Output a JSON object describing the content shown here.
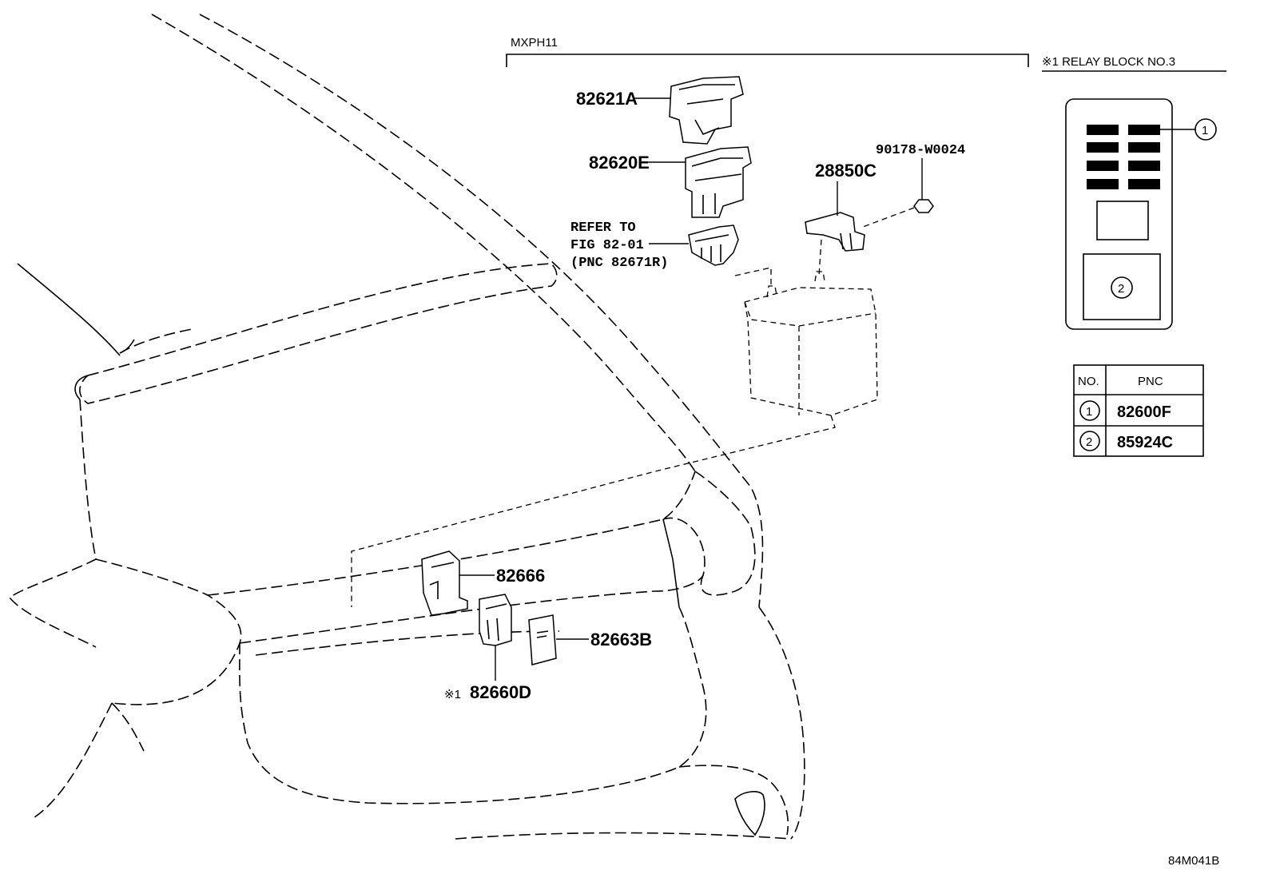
{
  "variant_code": "MXPH11",
  "relay_block_title": "※1  RELAY BLOCK NO.3",
  "callouts": {
    "c1": "1",
    "c2": "2"
  },
  "table": {
    "headers": {
      "no": "NO.",
      "pnc": "PNC"
    },
    "rows": [
      {
        "no": "1",
        "pnc": "82600F"
      },
      {
        "no": "2",
        "pnc": "85924C"
      }
    ]
  },
  "parts": {
    "p82621A": "82621A",
    "p82620E": "82620E",
    "refer_line1": "REFER TO",
    "refer_line2": "FIG 82-01",
    "refer_line3": "(PNC 82671R)",
    "p28850C": "28850C",
    "p90178": "90178-W0024",
    "p82666": "82666",
    "p82663B": "82663B",
    "p82660D_mark": "※1",
    "p82660D": "82660D"
  },
  "figure_code": "84M041B"
}
